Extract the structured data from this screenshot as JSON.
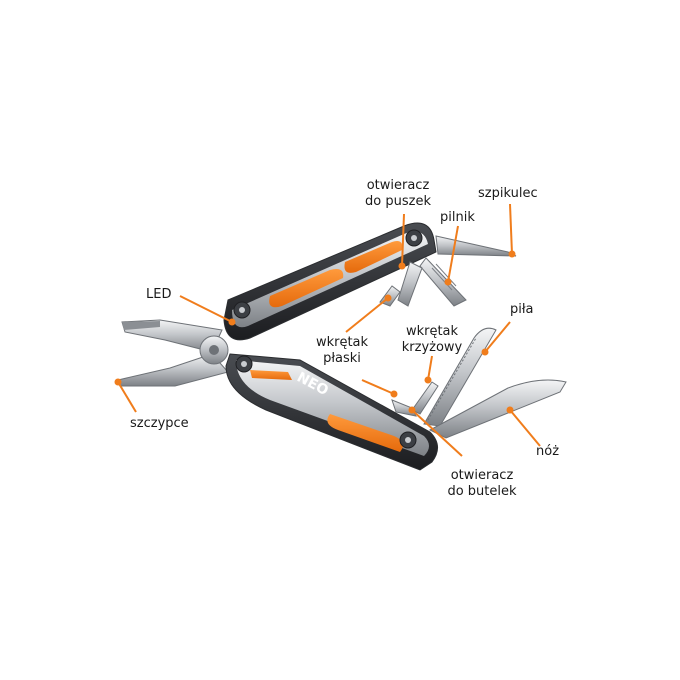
{
  "diagram": {
    "accent_color": "#f07d1c",
    "steel_color": "#c9ccd0",
    "brand_text": "NEO",
    "labels": {
      "led": "LED",
      "otwieracz_puszek_1": "otwieracz",
      "otwieracz_puszek_2": "do puszek",
      "szpikulec": "szpikulec",
      "pilnik": "pilnik",
      "pila": "piła",
      "wkretak_krzyzowy_1": "wkrętak",
      "wkretak_krzyzowy_2": "krzyżowy",
      "wkretak_plaski_1": "wkrętak",
      "wkretak_plaski_2": "płaski",
      "szczypce": "szczypce",
      "noz": "nóż",
      "otwieracz_butelek_1": "otwieracz",
      "otwieracz_butelek_2": "do butelek"
    }
  }
}
